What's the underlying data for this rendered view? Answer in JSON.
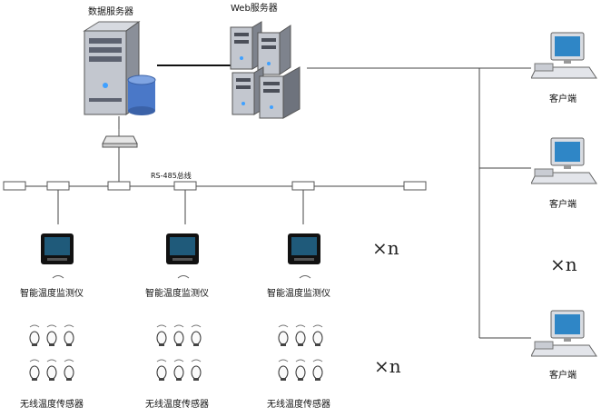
{
  "servers": {
    "data_server_label": "数据服务器",
    "web_server_label": "Web服务器"
  },
  "bus": {
    "label": "RS-485总线"
  },
  "monitors": {
    "label": "智能温度监测仪",
    "multiplier": "×n"
  },
  "sensors": {
    "label": "无线温度传感器",
    "multiplier": "×n"
  },
  "clients": {
    "label": "客户端",
    "multiplier": "×n"
  },
  "colors": {
    "line": "#222222",
    "server_body": "#b8bcc4",
    "server_dark": "#3a3d44",
    "db_blue": "#4a78c8",
    "monitor_screen": "#1f5a7a",
    "pc_screen": "#2f86c6"
  }
}
